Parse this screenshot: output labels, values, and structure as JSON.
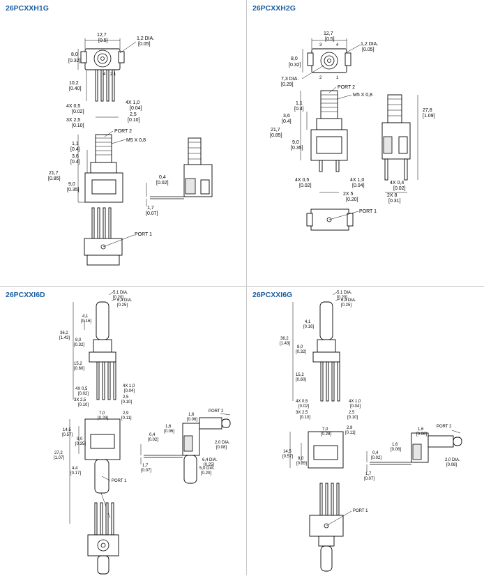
{
  "quadrants": {
    "h1": {
      "title": "26PCXXH1G",
      "labels": {
        "w": "12,7",
        "w_in": "[0.5]",
        "dia": "1,2 DIA.",
        "dia_in": "[0.05]",
        "h": "8,0",
        "h_in": "[0.32]",
        "pins": "4 3 2 1",
        "lead": "10,2",
        "lead_in": "[0.40]",
        "pw": "4X 0,5",
        "pw_in": "[0.02]",
        "pt": "4X 1,0",
        "pt_in": "[0.04]",
        "pitch": "3X 2,5",
        "pitch_in": "[0.10]",
        "p2": "2,5",
        "p2_in": "[0.10]",
        "port2": "PORT 2",
        "thread": "M5 X 0,8",
        "a": "1,1",
        "a_in": "[0.4]",
        "b": "3,6",
        "b_in": "[0.4]",
        "tot": "21,7",
        "tot_in": "[0.85]",
        "c": "9,0",
        "c_in": "[0.35]",
        "s1": "0,4",
        "s1_in": "[0.02]",
        "s2": "1,7",
        "s2_in": "[0.07]",
        "port1": "PORT 1"
      }
    },
    "h2": {
      "title": "26PCXXH2G",
      "labels": {
        "w": "12,7",
        "w_in": "[0.5]",
        "dia": "1,2 DIA.",
        "dia_in": "[0.05]",
        "h": "8,0",
        "h_in": "[0.32]",
        "dia2": "7,3 DIA.",
        "dia2_in": "[0.29]",
        "n3": "3",
        "n4": "4",
        "n2": "2",
        "n1": "1",
        "port2": "PORT 2",
        "thread": "M5 X 0,8",
        "a": "1,1",
        "a_in": "[0.4]",
        "b": "3,6",
        "b_in": "[0.4]",
        "tot": "21,7",
        "tot_in": "[0.85]",
        "c": "9,0",
        "c_in": "[0.35]",
        "pw": "4X 0,5",
        "pw_in": "[0.02]",
        "pt": "4X 1,0",
        "pt_in": "[0.04]",
        "p5": "2X 5",
        "p5_in": "[0.20]",
        "side": "27,8",
        "side_in": "[1.09]",
        "s04": "4X 0,4",
        "s04_in": "[0.02]",
        "p8": "2X 8",
        "p8_in": "[0.31]",
        "port1": "PORT 1"
      }
    },
    "i6d": {
      "title": "26PCXXI6D",
      "labels": {
        "d1": "5,1 DIA.",
        "d1_in": "[0.20]",
        "d2": "6,4 DIA.",
        "d2_in": "[0.25]",
        "a": "4,1",
        "a_in": "[0.16]",
        "tot": "36,2",
        "tot_in": "[1.43]",
        "b": "8,0",
        "b_in": "[0.32]",
        "c": "15,2",
        "c_in": "[0.60]",
        "pw": "4X 0,5",
        "pw_in": "[0.02]",
        "pt": "4X 1,0",
        "pt_in": "[0.04]",
        "pitch": "3X 2,5",
        "pitch_in": "[0.10]",
        "p2": "2,5",
        "p2_in": "[0.10]",
        "e": "7,0",
        "e_in": "[0.28]",
        "f": "2,9",
        "f_in": "[0.11]",
        "g": "14,5",
        "g_in": "[0.57]",
        "h": "9,0",
        "h_in": "[0.35]",
        "i": "27,2",
        "i_in": "[1.07]",
        "j": "4,4",
        "j_in": "[0.17]",
        "port1": "PORT 1",
        "k": "1,6",
        "k_in": "[0.06]",
        "l": "1,6",
        "l_in": "[0.06]",
        "port2": "PORT 2",
        "m": "0,4",
        "m_in": "[0.02]",
        "n": "2,0 DIA.",
        "n_in": "[0.08]",
        "o": "1,7",
        "o_in": "[0.07]",
        "q": "6,4 DIA.",
        "q_in": "[0.25]",
        "r": "5,0 DIA.",
        "r_in": "[0.20]"
      }
    },
    "i6g": {
      "title": "26PCXXI6G",
      "labels": {
        "d1": "5,1 DIA.",
        "d1_in": "[0.20]",
        "d2": "6,4 DIA.",
        "d2_in": "[0.25]",
        "a": "4,1",
        "a_in": "[0.16]",
        "tot": "36,2",
        "tot_in": "[1.43]",
        "b": "8,0",
        "b_in": "[0.32]",
        "c": "15,2",
        "c_in": "[0.60]",
        "pw": "4X 0,5",
        "pw_in": "[0.02]",
        "pt": "4X 1,0",
        "pt_in": "[0.04]",
        "pitch": "3X 2,5",
        "pitch_in": "[0.10]",
        "p2": "2,5",
        "p2_in": "[0.10]",
        "e": "7,0",
        "e_in": "[0.28]",
        "f": "2,9",
        "f_in": "[0.11]",
        "g": "14,5",
        "g_in": "[0.57]",
        "h": "9,0",
        "h_in": "[0.35]",
        "k": "1,6",
        "k_in": "[0.06]",
        "l": "1,6",
        "l_in": "[0.06]",
        "port2": "PORT 2",
        "m": "0,4",
        "m_in": "[0.02]",
        "n": "2,0 DIA.",
        "n_in": "[0.08]",
        "o": "1,7",
        "o_in": "[0.07]",
        "port1": "PORT 1"
      }
    }
  },
  "colors": {
    "title": "#1c5fa0",
    "line": "#000000",
    "divider": "#c8c8c8"
  }
}
